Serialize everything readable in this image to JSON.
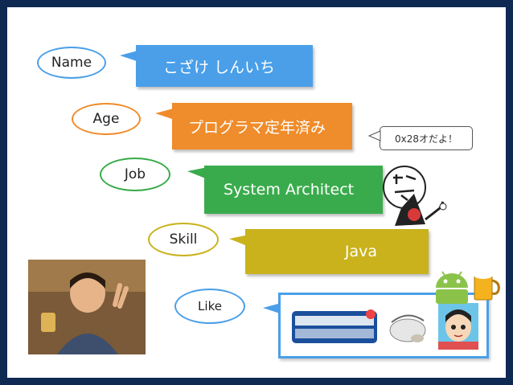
{
  "profile": {
    "name": {
      "label": "Name",
      "value": "こざけ しんいち"
    },
    "age": {
      "label": "Age",
      "value": "プログラマ定年済み",
      "note": "0x28オだよ！"
    },
    "job": {
      "label": "Job",
      "value": "System Architect"
    },
    "skill": {
      "label": "Skill",
      "value": "Java"
    },
    "like": {
      "label": "Like"
    }
  },
  "colors": {
    "background": "#0f2a52",
    "name": "#4a9fe8",
    "age": "#ef8c2b",
    "job": "#3aab4c",
    "skill": "#c9b21c",
    "like": "#4a9fe8"
  },
  "icons": [
    "duke-java-mascot-icon",
    "android-robot-icon",
    "beer-mug-icon",
    "anime-logo-image",
    "sketch-image",
    "anime-character-icon",
    "person-photo"
  ]
}
